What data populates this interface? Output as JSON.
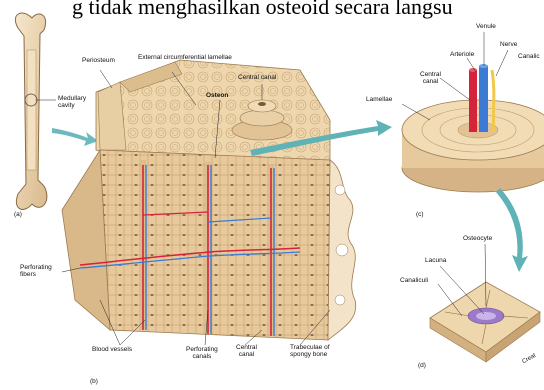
{
  "caption": "g tidak menghasilkan osteoid secara langsu",
  "labels": {
    "medullary_cavity": "Medullary\ncavity",
    "periosteum": "Periosteum",
    "external_lamellae": "External circumferential lamellae",
    "osteon": "Osteon",
    "central_canal_top": "Central canal",
    "perforating_fibers": "Perforating\nfibers",
    "blood_vessels": "Blood vessels",
    "perforating_canals": "Perforating\ncanals",
    "central_canal_bottom": "Central\ncanal",
    "trabeculae": "Trabeculae of\nspongy bone",
    "lamellae": "Lamellae",
    "central_canal_c": "Central\ncanal",
    "arteriole": "Arteriole",
    "venule": "Venule",
    "nerve": "Nerve",
    "canaliculi_c": "Canalic",
    "osteocyte": "Osteocyte",
    "lacuna": "Lacuna",
    "canaliculi_d": "Canaliculi",
    "panel_a": "(a)",
    "panel_b": "(b)",
    "panel_c": "(c)",
    "panel_d": "(d)",
    "signature": "Creat"
  },
  "colors": {
    "bone": "#efd9b4",
    "bone_dark": "#c9a77a",
    "artery": "#d4233a",
    "vein": "#3b7bd6",
    "nerve": "#f2c84b",
    "arrow": "#5fb3b7"
  }
}
